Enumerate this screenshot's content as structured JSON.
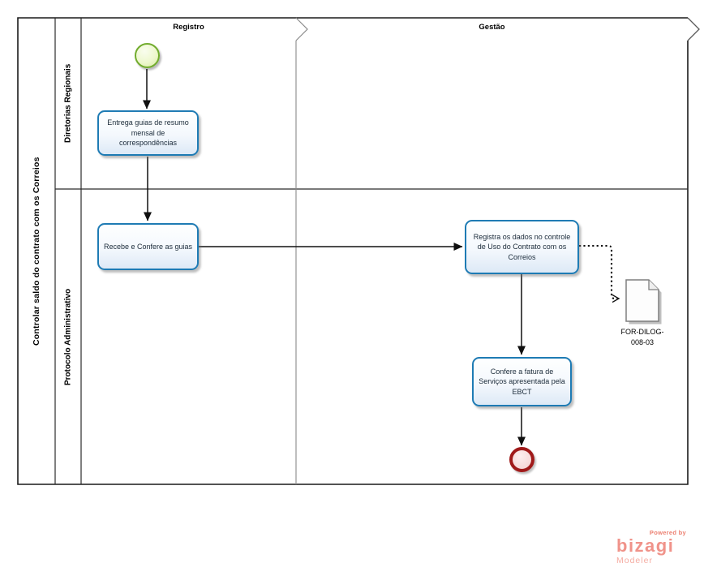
{
  "diagram": {
    "pool": {
      "title": "Controlar saldo do contrato com os Correios",
      "lanes": [
        {
          "label": "Diretorias Regionais"
        },
        {
          "label": "Protocolo Administrativo"
        }
      ],
      "milestones": [
        {
          "label": "Registro"
        },
        {
          "label": "Gestão"
        }
      ]
    },
    "nodes": {
      "start": {
        "kind": "start-event",
        "lane": "Diretorias Regionais",
        "milestone": "Registro"
      },
      "entrega": {
        "kind": "task",
        "label": "Entrega guias de resumo mensal de correspondências",
        "lane": "Diretorias Regionais",
        "milestone": "Registro"
      },
      "recebe": {
        "kind": "task",
        "label": "Recebe e Confere as guias",
        "lane": "Protocolo Administrativo",
        "milestone": "Registro"
      },
      "registra": {
        "kind": "task",
        "label": "Registra os dados no controle de Uso do Contrato com os Correios",
        "lane": "Protocolo Administrativo",
        "milestone": "Gestão"
      },
      "confere": {
        "kind": "task",
        "label": "Confere a fatura de Serviços apresentada pela EBCT",
        "lane": "Protocolo Administrativo",
        "milestone": "Gestão"
      },
      "end": {
        "kind": "end-event",
        "lane": "Protocolo Administrativo",
        "milestone": "Gestão"
      },
      "document": {
        "kind": "data-object",
        "label": "FOR-DILOG-\n008-03",
        "lane": "Protocolo Administrativo",
        "milestone": "Gestão"
      }
    },
    "flows": [
      {
        "from": "start",
        "to": "entrega",
        "type": "sequence"
      },
      {
        "from": "entrega",
        "to": "recebe",
        "type": "sequence"
      },
      {
        "from": "recebe",
        "to": "registra",
        "type": "sequence"
      },
      {
        "from": "registra",
        "to": "confere",
        "type": "sequence"
      },
      {
        "from": "confere",
        "to": "end",
        "type": "sequence"
      },
      {
        "from": "registra",
        "to": "document",
        "type": "association"
      }
    ]
  },
  "branding": {
    "powered_by": "Powered by",
    "brand": "bizagi",
    "product": "Modeler"
  },
  "colors": {
    "task_border": "#1E7BB4",
    "task_fill_bottom": "#DDE9F6",
    "start_border": "#72AC2E",
    "start_fill": "#E4F3B4",
    "end_border": "#A01A1A",
    "end_fill": "#F6D9D9",
    "pool_border": "#1A1A1A",
    "milestone_divider": "#8A8A8A",
    "brand_salmon": "#F0938A"
  }
}
